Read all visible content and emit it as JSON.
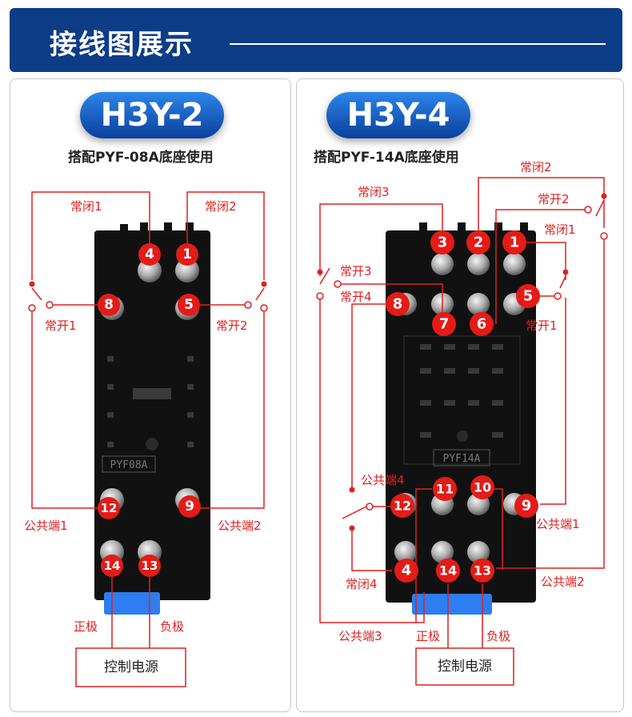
{
  "header": {
    "title": "接线图展示"
  },
  "left": {
    "model": "H3Y-2",
    "subtitle": "搭配PYF-08A底座使用",
    "base_marking": "PYF08A",
    "labels": {
      "nc1": "常闭1",
      "nc2": "常闭2",
      "no1": "常开1",
      "no2": "常开2",
      "com1": "公共端1",
      "com2": "公共端2",
      "positive": "正极",
      "negative": "负极",
      "power": "控制电源"
    },
    "terminals": {
      "t4": "4",
      "t1": "1",
      "t8": "8",
      "t5": "5",
      "t12": "12",
      "t9": "9",
      "t14": "14",
      "t13": "13"
    }
  },
  "right": {
    "model": "H3Y-4",
    "subtitle": "搭配PYF-14A底座使用",
    "base_marking": "PYF14A",
    "labels": {
      "nc1": "常闭1",
      "nc2": "常闭2",
      "nc3": "常闭3",
      "nc4": "常闭4",
      "no1": "常开1",
      "no2": "常开2",
      "no3": "常开3",
      "no4": "常开4",
      "com1": "公共端1",
      "com2": "公共端2",
      "com3": "公共端3",
      "com4": "公共端4",
      "positive": "正极",
      "negative": "负极",
      "power": "控制电源"
    },
    "terminals": {
      "t3": "3",
      "t2": "2",
      "t1": "1",
      "t8": "8",
      "t7": "7",
      "t6": "6",
      "t5": "5",
      "t11": "11",
      "t10": "10",
      "t12": "12",
      "t9": "9",
      "t4": "4",
      "t14": "14",
      "t13": "13"
    }
  },
  "colors": {
    "banner": "#0d3d87",
    "accent_red": "#e02020",
    "badge_red": "#e41b17",
    "pill_blue": "#1b62c8"
  }
}
